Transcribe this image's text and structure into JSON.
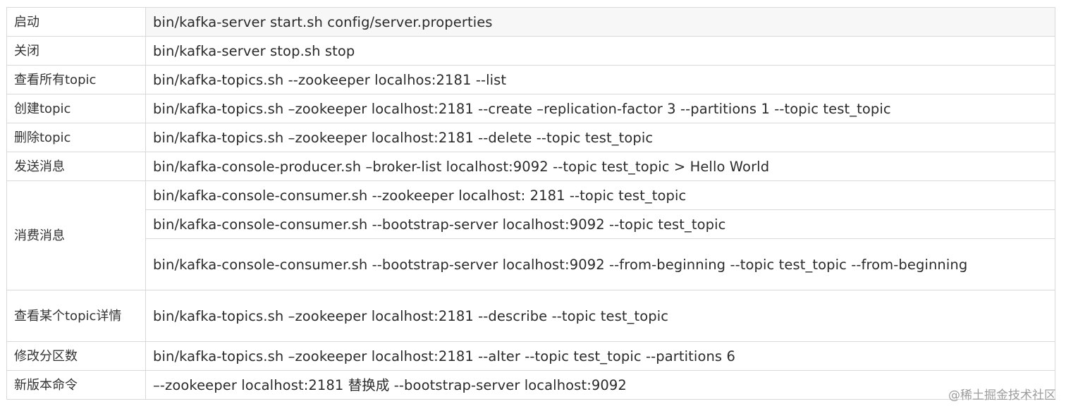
{
  "rows": [
    {
      "op": "启动",
      "cmds": [
        "bin/kafka-server start.sh config/server.properties"
      ]
    },
    {
      "op": "关闭",
      "cmds": [
        "bin/kafka-server stop.sh stop"
      ]
    },
    {
      "op": "查看所有topic",
      "cmds": [
        "bin/kafka-topics.sh --zookeeper localhos:2181 --list"
      ]
    },
    {
      "op": "创建topic",
      "cmds": [
        "bin/kafka-topics.sh –zookeeper localhost:2181 --create –replication-factor 3 --partitions 1 --topic test_topic"
      ]
    },
    {
      "op": "删除topic",
      "cmds": [
        "bin/kafka-topics.sh –zookeeper localhost:2181 --delete --topic test_topic"
      ]
    },
    {
      "op": "发送消息",
      "cmds": [
        "bin/kafka-console-producer.sh –broker-list localhost:9092 --topic test_topic > Hello World"
      ]
    },
    {
      "op": "消费消息",
      "cmds": [
        "bin/kafka-console-consumer.sh --zookeeper localhost: 2181 --topic test_topic",
        "bin/kafka-console-consumer.sh --bootstrap-server localhost:9092 --topic test_topic",
        "bin/kafka-console-consumer.sh --bootstrap-server localhost:9092 --from-beginning --topic test_topic --from-beginning"
      ]
    },
    {
      "op": "查看某个topic详情",
      "cmds": [
        "bin/kafka-topics.sh –zookeeper localhost:2181 --describe --topic test_topic"
      ]
    },
    {
      "op": "修改分区数",
      "cmds": [
        "bin/kafka-topics.sh –zookeeper localhost:2181 --alter --topic test_topic --partitions 6"
      ]
    },
    {
      "op": "新版本命令",
      "cmds": [
        "–-zookeeper localhost:2181 替换成 --bootstrap-server localhost:9092"
      ]
    }
  ],
  "watermark": "@稀土掘金技术社区"
}
